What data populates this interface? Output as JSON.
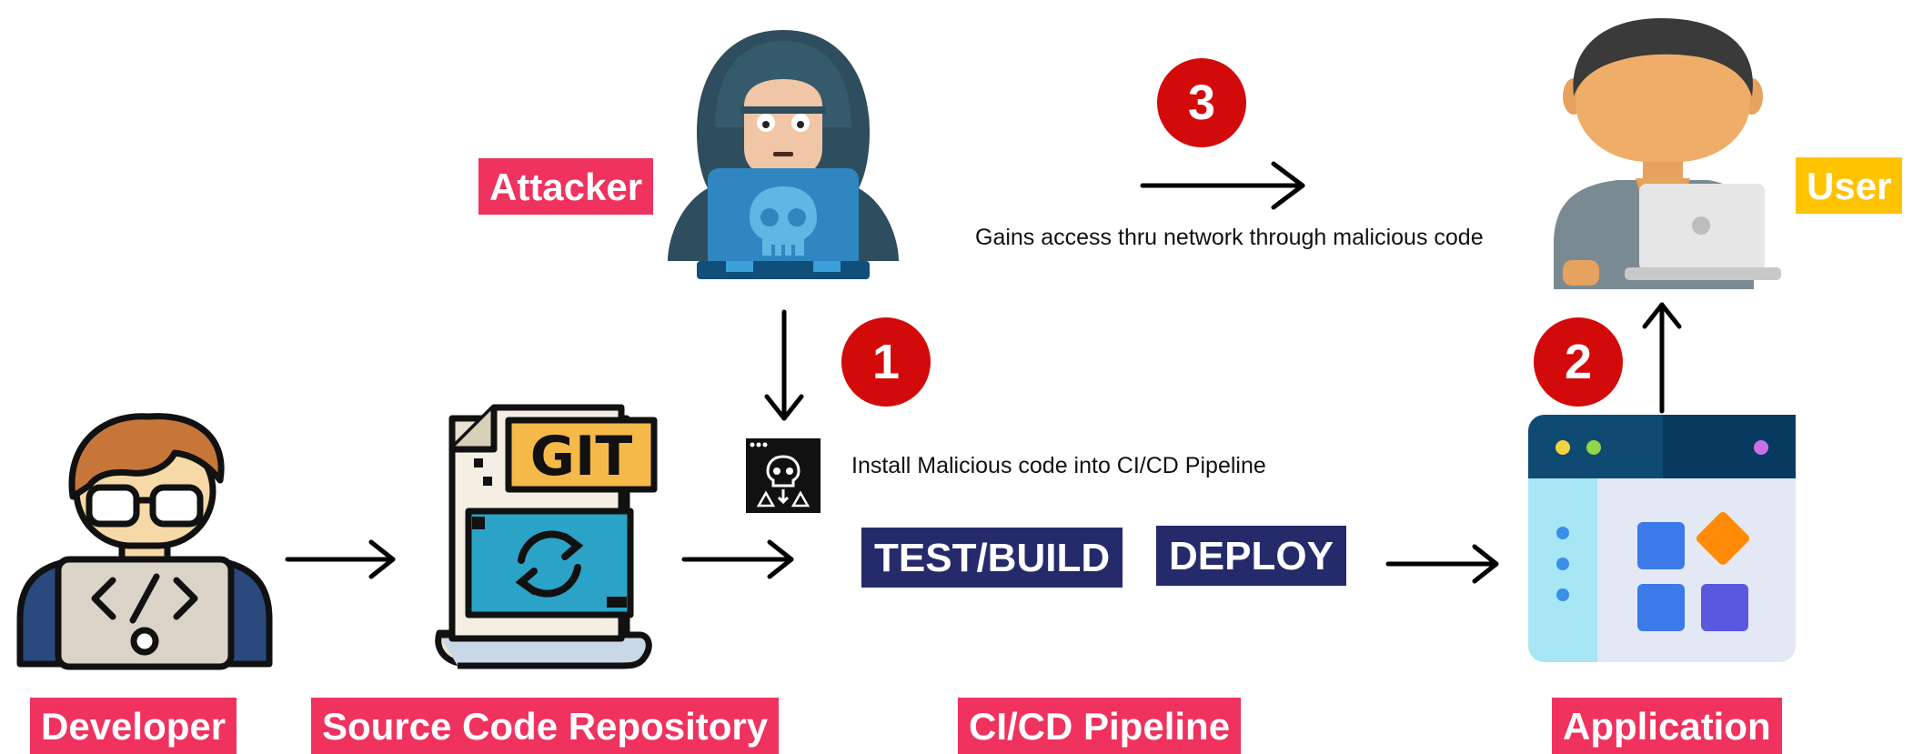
{
  "labels": {
    "attacker": "Attacker",
    "user": "User",
    "developer": "Developer",
    "repository": "Source Code Repository",
    "pipeline": "CI/CD Pipeline",
    "application": "Application"
  },
  "stages": {
    "test_build": "TEST/BUILD",
    "deploy": "DEPLOY"
  },
  "steps": [
    {
      "number": "1",
      "caption": "Install Malicious code into CI/CD Pipeline"
    },
    {
      "number": "2"
    },
    {
      "number": "3",
      "caption": "Gains access thru network through malicious code"
    }
  ],
  "icons": {
    "attacker": "hooded-hacker-icon",
    "user": "user-laptop-icon",
    "developer": "developer-coder-icon",
    "repository": "git-repository-icon",
    "malware": "malware-window-icon",
    "application": "app-window-icon"
  },
  "git_text": "GIT",
  "colors": {
    "label_pink": "#f0325f",
    "label_yellow": "#ffc300",
    "stage_navy": "#252a6b",
    "badge_red": "#d30a0a"
  }
}
